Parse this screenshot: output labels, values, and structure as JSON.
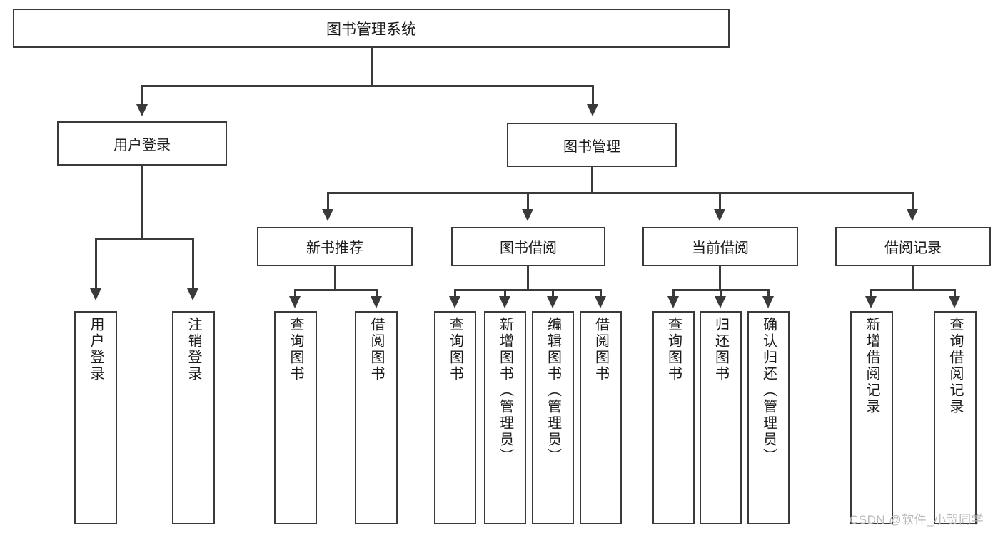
{
  "diagram": {
    "title": "图书管理系统",
    "type": "tree-hierarchy-diagram",
    "colors": {
      "line": "#3a3a3a",
      "box_fill": "#ffffff",
      "text": "#1b1b1b",
      "watermark": "#b9b9b9",
      "background": "#ffffff"
    },
    "root": {
      "label": "图书管理系统"
    },
    "level2": [
      {
        "label": "用户登录"
      },
      {
        "label": "图书管理"
      }
    ],
    "level3": [
      {
        "label": "新书推荐"
      },
      {
        "label": "图书借阅"
      },
      {
        "label": "当前借阅"
      },
      {
        "label": "借阅记录"
      }
    ],
    "leaves": {
      "user_login": [
        {
          "label": "用户登录"
        },
        {
          "label": "注销登录"
        }
      ],
      "new_book_recommend": [
        {
          "label": "查询图书"
        },
        {
          "label": "借阅图书"
        }
      ],
      "book_borrow": [
        {
          "label": "查询图书"
        },
        {
          "label": "新增图书（管理员）"
        },
        {
          "label": "编辑图书（管理员）"
        },
        {
          "label": "借阅图书"
        }
      ],
      "current_borrow": [
        {
          "label": "查询图书"
        },
        {
          "label": "归还图书"
        },
        {
          "label": "确认归还（管理员）"
        }
      ],
      "borrow_record": [
        {
          "label": "新增借阅记录"
        },
        {
          "label": "查询借阅记录"
        }
      ]
    },
    "watermark": "CSDN @软件_小贺同学"
  }
}
